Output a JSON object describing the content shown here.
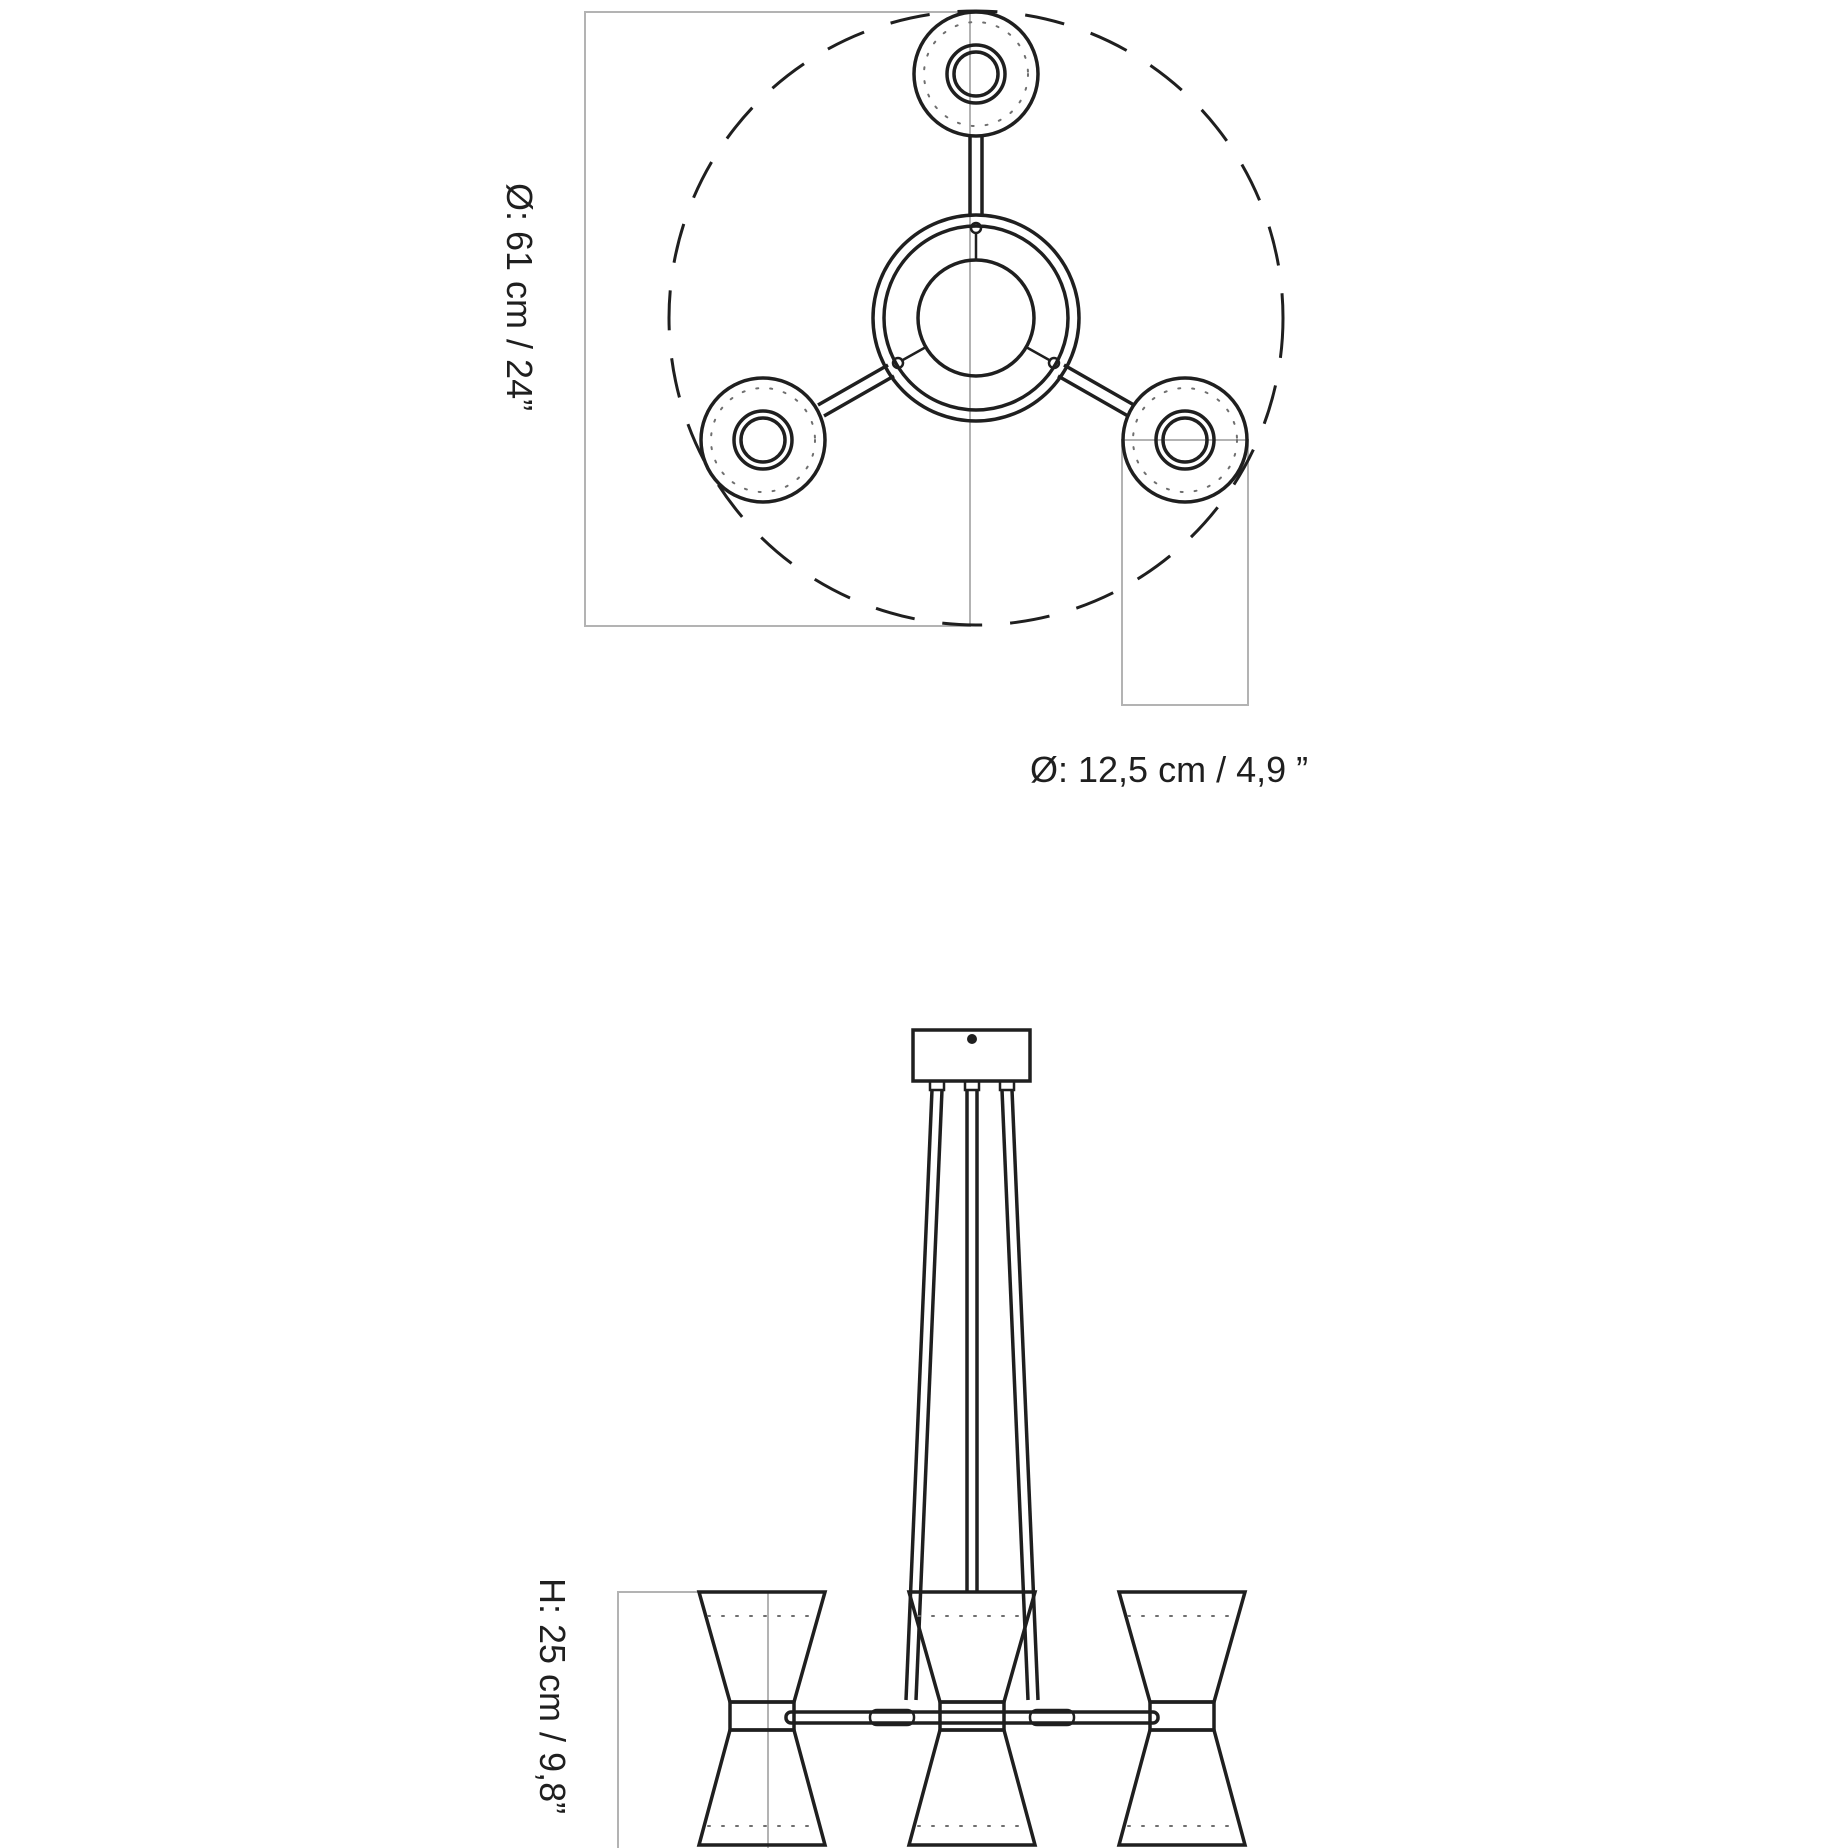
{
  "dimensions": {
    "overall_diameter": "Ø: 61 cm / 24”",
    "shade_diameter": "Ø: 12,5 cm / 4,9 ”",
    "height": "H: 25 cm / 9,8”"
  },
  "colors": {
    "line": "#1f1f1f",
    "guide": "#b3b3b3",
    "background": "#ffffff"
  }
}
